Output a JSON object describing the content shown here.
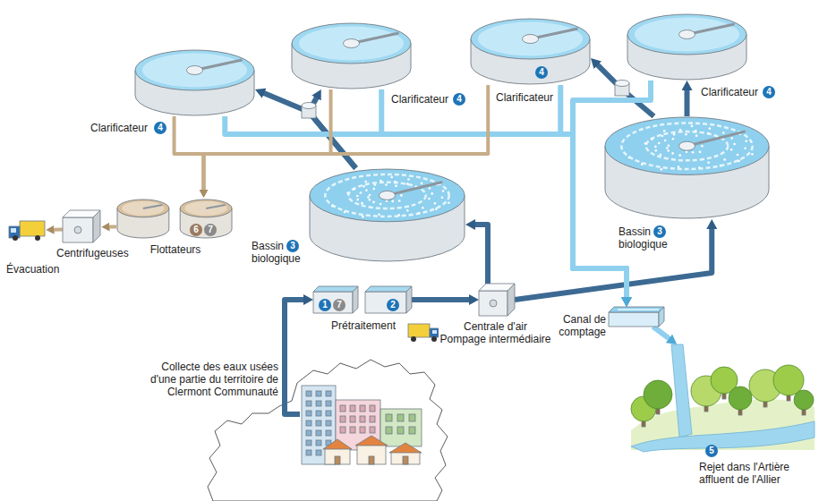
{
  "diagram": {
    "nodes": [
      {
        "text": [
          "Collecte des eaux usées d'une partie du territoire de Clermont Communauté"
        ]
      },
      {
        "text": [
          "Prétraitement"
        ]
      },
      {
        "text": [
          "Centrale d'air Pompage intermédiaire"
        ]
      },
      {
        "text": [
          "Bassin biologique"
        ]
      },
      {
        "text": [
          "Bassin biologique"
        ]
      },
      {
        "text": [
          "Clarificateur"
        ]
      },
      {
        "text": [
          "Clarificateur"
        ]
      },
      {
        "text": [
          "Clarificateur"
        ]
      },
      {
        "text": [
          "Clarificateur"
        ]
      },
      {
        "text": [
          "Flottateurs"
        ]
      },
      {
        "text": [
          "Centrifugeuses"
        ]
      },
      {
        "text": [
          "Évacuation"
        ]
      },
      {
        "text": [
          "Canal de comptage"
        ]
      },
      {
        "text": [
          "Rejet dans l'Artière affluent de l'Allier"
        ]
      }
    ],
    "edges": [
      {
        "from": 0,
        "to": 1,
        "arrow": "to"
      },
      {
        "from": 1,
        "to": 2,
        "arrow": "to"
      },
      {
        "from": 2,
        "to": 3,
        "arrow": "to"
      },
      {
        "from": 2,
        "to": 4,
        "arrow": "to"
      },
      {
        "from": 3,
        "to": 5,
        "arrow": "to"
      },
      {
        "from": 3,
        "to": 6,
        "arrow": "to"
      },
      {
        "from": 4,
        "to": 7,
        "arrow": "to"
      },
      {
        "from": 4,
        "to": 8,
        "arrow": "to"
      },
      {
        "from": 5,
        "to": 12,
        "arrow": "to"
      },
      {
        "from": 6,
        "to": 12,
        "arrow": "to"
      },
      {
        "from": 7,
        "to": 12,
        "arrow": "to"
      },
      {
        "from": 8,
        "to": 12,
        "arrow": "to"
      },
      {
        "from": 5,
        "to": 9,
        "arrow": "to"
      },
      {
        "from": 6,
        "to": 9,
        "arrow": "to"
      },
      {
        "from": 7,
        "to": 9,
        "arrow": "to"
      },
      {
        "from": 9,
        "to": 10,
        "arrow": "to"
      },
      {
        "from": 10,
        "to": 11,
        "arrow": "to"
      },
      {
        "from": 12,
        "to": 13,
        "arrow": "to"
      }
    ],
    "labels": [
      "4",
      "4",
      "4",
      "4",
      "3",
      "3",
      "1",
      "7",
      "2",
      "6",
      "7",
      "5"
    ]
  }
}
